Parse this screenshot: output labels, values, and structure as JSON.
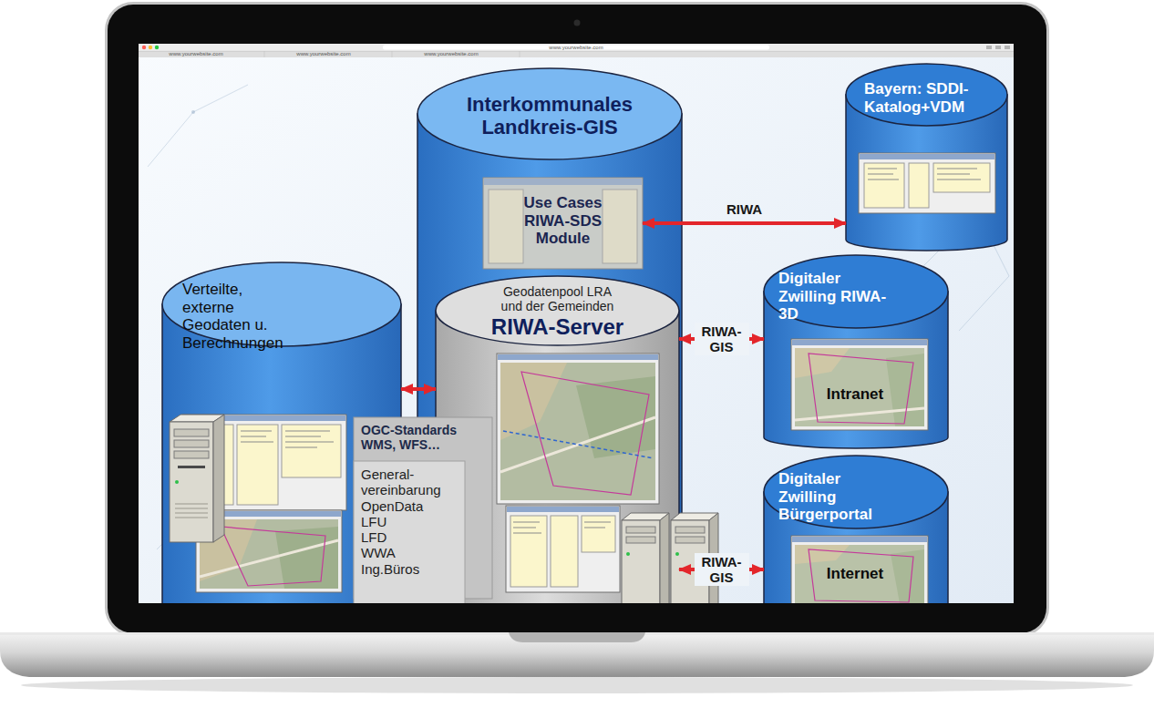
{
  "diagram": {
    "nodes": [
      {
        "text": [
          "Interkommunales Landkreis-GIS"
        ]
      },
      {
        "text": [
          "Use Cases RIWA-SDS Module"
        ],
        "in": 0
      },
      {
        "text": [
          "Geodatenpool LRA und der Gemeinden",
          "RIWA-Server"
        ],
        "in": 0
      },
      {
        "text": [
          "Bayern: SDDI-Katalog+VDM"
        ]
      },
      {
        "text": [
          "Verteilte, externe Geodaten u. Berechnungen"
        ]
      },
      {
        "text": [
          "OGC-Standards WMS, WFS…"
        ]
      },
      {
        "text": [
          "General-vereinbarung",
          "OpenData",
          "LFU",
          "LFD",
          "WWA",
          "Ing.Büros"
        ]
      },
      {
        "text": [
          "Digitaler Zwilling RIWA-3D",
          "Intranet"
        ]
      },
      {
        "text": [
          "Digitaler Zwilling Bürgerportal",
          "Internet"
        ]
      }
    ],
    "edges": [
      {
        "from": 1,
        "to": 3,
        "label": "RIWA",
        "arrow": "both"
      },
      {
        "from": 4,
        "to": 2,
        "arrow": "both"
      },
      {
        "from": 2,
        "to": 7,
        "label": "RIWA-GIS",
        "arrow": "both"
      },
      {
        "from": 2,
        "to": 8,
        "label": "RIWA-GIS",
        "arrow": "both"
      }
    ],
    "labels": [
      "www.yourwebsite.com",
      "www.yourwebsite.com",
      "www.yourwebsite.com",
      "www.yourwebsite.com"
    ]
  }
}
